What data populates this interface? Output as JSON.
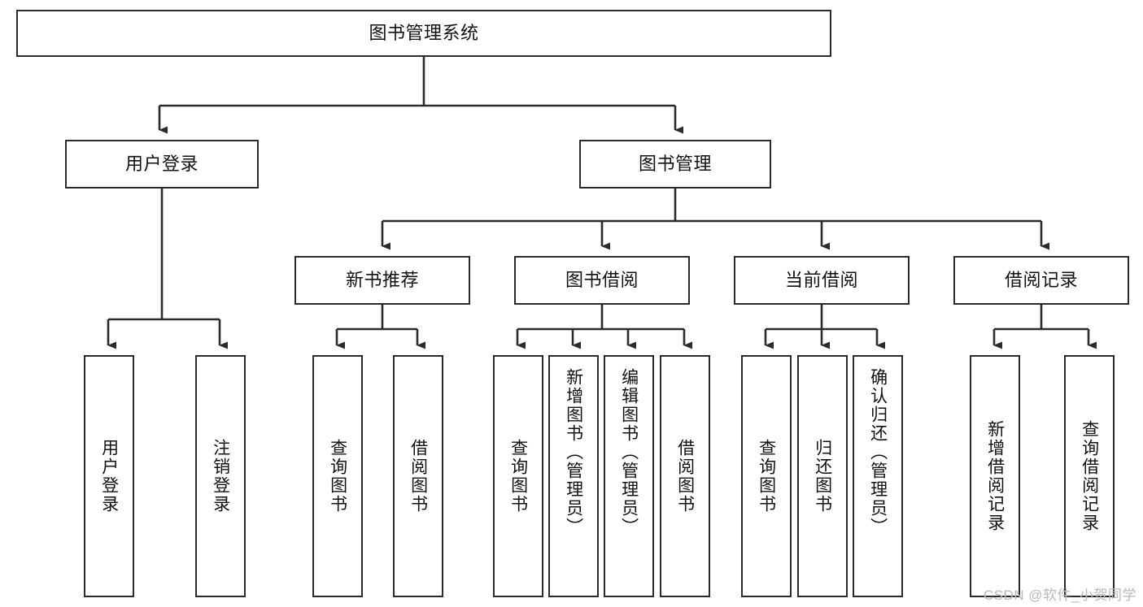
{
  "diagram": {
    "type": "tree-hierarchy-chart",
    "title": "图书管理系统",
    "colors": {
      "box_border": "#2b2b2b",
      "box_fill": "#ffffff",
      "connector": "#2b2b2b",
      "text": "#111111",
      "watermark": "#b9b9b9",
      "background": "#ffffff"
    },
    "root": {
      "label": "图书管理系统"
    },
    "level2": [
      {
        "id": "user-login",
        "label": "用户登录"
      },
      {
        "id": "book-management",
        "label": "图书管理"
      }
    ],
    "level3": [
      {
        "id": "new-book-recommend",
        "label": "新书推荐",
        "parent": "book-management"
      },
      {
        "id": "book-borrow",
        "label": "图书借阅",
        "parent": "book-management"
      },
      {
        "id": "current-borrow",
        "label": "当前借阅",
        "parent": "book-management"
      },
      {
        "id": "borrow-record",
        "label": "借阅记录",
        "parent": "book-management"
      }
    ],
    "leaves": [
      {
        "id": "leaf-user-login",
        "label": "用户登录",
        "parent": "user-login"
      },
      {
        "id": "leaf-logout-login",
        "label": "注销登录",
        "parent": "user-login"
      },
      {
        "id": "leaf-query-book-1",
        "label": "查询图书",
        "parent": "new-book-recommend"
      },
      {
        "id": "leaf-borrow-book-1",
        "label": "借阅图书",
        "parent": "new-book-recommend"
      },
      {
        "id": "leaf-query-book-2",
        "label": "查询图书",
        "parent": "book-borrow"
      },
      {
        "id": "leaf-add-book",
        "label": "新增图书（管理员）",
        "parent": "book-borrow"
      },
      {
        "id": "leaf-edit-book",
        "label": "编辑图书（管理员）",
        "parent": "book-borrow"
      },
      {
        "id": "leaf-borrow-book-2",
        "label": "借阅图书",
        "parent": "book-borrow"
      },
      {
        "id": "leaf-query-book-3",
        "label": "查询图书",
        "parent": "current-borrow"
      },
      {
        "id": "leaf-return-book",
        "label": "归还图书",
        "parent": "current-borrow"
      },
      {
        "id": "leaf-confirm-return",
        "label": "确认归还（管理员）",
        "parent": "current-borrow"
      },
      {
        "id": "leaf-add-record",
        "label": "新增借阅记录",
        "parent": "borrow-record"
      },
      {
        "id": "leaf-query-record",
        "label": "查询借阅记录",
        "parent": "borrow-record"
      }
    ]
  },
  "watermark": {
    "text": "CSDN @软件_小贺同学"
  }
}
